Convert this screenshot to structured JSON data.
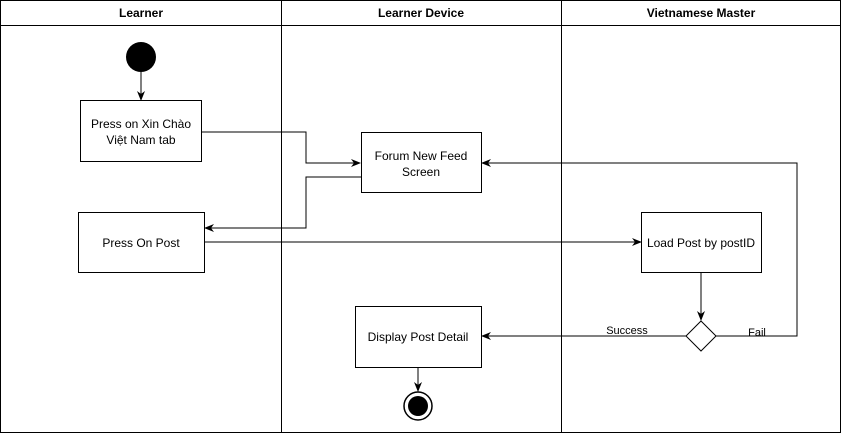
{
  "lanes": {
    "learner": "Learner",
    "device": "Learner Device",
    "master": "Vietnamese Master"
  },
  "nodes": {
    "press_tab_line1": "Press on Xin Chào",
    "press_tab_line2": "Việt Nam tab",
    "forum_line1": "Forum New Feed",
    "forum_line2": "Screen",
    "press_post": "Press On Post",
    "load_post": "Load Post by postID",
    "display_post": "Display Post Detail"
  },
  "edges": {
    "success": "Success",
    "fail": "Fail"
  }
}
